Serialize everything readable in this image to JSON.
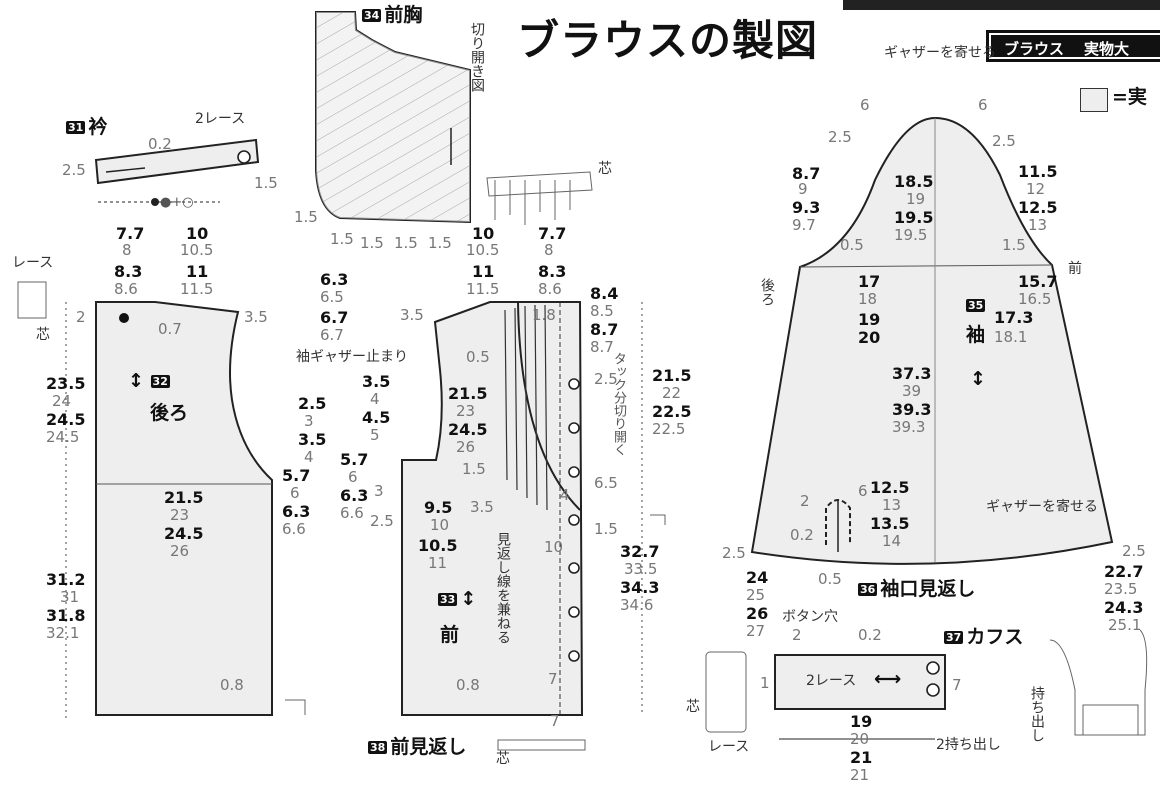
{
  "title": "ブラウスの製図",
  "badge": {
    "part1": "ブラウス",
    "part2": "実物大"
  },
  "legend": {
    "suffix": "=実"
  },
  "pieces": {
    "collar": {
      "num": "31",
      "label": "衿",
      "lace": "2レース",
      "m1": "0.2",
      "m2": "2.5",
      "m3": "1.5",
      "mark": "●+○"
    },
    "front_chest": {
      "num": "34",
      "label": "前胸",
      "cut_note": "切り開き図",
      "interfacing": "芯",
      "m": [
        "1.5",
        "1.5",
        "1.5",
        "1.5",
        "1.5"
      ]
    },
    "back": {
      "num": "32",
      "label": "後ろ"
    },
    "front": {
      "num": "33",
      "label": "前",
      "facing_note": "見返し線を兼ねる"
    },
    "sleeve": {
      "num": "35",
      "label": "袖",
      "back_label": "後ろ",
      "front_label": "前",
      "gather_top": "ギャザーを寄せる",
      "gather_bottom": "ギャザーを寄せる"
    },
    "cuff_facing": {
      "num": "36",
      "label": "袖口見返し"
    },
    "cuff": {
      "num": "37",
      "label": "カフス",
      "buttonhole": "ボタン穴",
      "lace": "2レース",
      "extension": "2持ち出し",
      "extension_side": "持ち出し",
      "lace_bottom": "レース",
      "interfacing": "芯"
    },
    "front_facing": {
      "num": "38",
      "label": "前見返し",
      "interfacing": "芯"
    }
  },
  "notes": {
    "lace_left": "レース",
    "interfacing_left": "芯",
    "sleeve_gather_stop": "袖ギャザー止まり",
    "tuck_note": "タック分切り開く",
    "interfacing_top": "芯"
  },
  "measures": {
    "back_top_bold": [
      "7.7",
      "8.3"
    ],
    "back_top_gray": [
      "8",
      "8.6"
    ],
    "back_top2_bold": [
      "10",
      "11"
    ],
    "back_top2_gray": [
      "10.5",
      "11.5"
    ],
    "back_left_bold": [
      "23.5",
      "24.5"
    ],
    "back_left_gray": [
      "24",
      "24.5"
    ],
    "back_bottom_left_bold": [
      "31.2",
      "31.8"
    ],
    "back_bottom_left_gray": [
      "31",
      "32.1"
    ],
    "back_waist_bold": [
      "21.5",
      "24.5"
    ],
    "back_waist_gray": [
      "23",
      "26"
    ],
    "shoulder_bold": [
      "6.3",
      "6.7"
    ],
    "shoulder_gray": [
      "6.5",
      "6.7"
    ],
    "armhole_bold": [
      "2.5",
      "3.5"
    ],
    "armhole_gray": [
      "3",
      "4"
    ],
    "armhole2_bold": [
      "5.7",
      "6.3"
    ],
    "armhole2_gray": [
      "6",
      "6.6"
    ],
    "front_top_bold": [
      "10",
      "11"
    ],
    "front_top_gray": [
      "10.5",
      "11.5"
    ],
    "front_top2_bold": [
      "7.7",
      "8.3"
    ],
    "front_top2_gray": [
      "8",
      "8.6"
    ],
    "front_right_bold": [
      "8.4",
      "8.7"
    ],
    "front_right_gray": [
      "8.5",
      "8.7"
    ],
    "front_side_bold": [
      "21.5",
      "22.5"
    ],
    "front_side_gray": [
      "22",
      "22.5"
    ],
    "front_arm_bold": [
      "3.5",
      "4.5"
    ],
    "front_arm_gray": [
      "4",
      "5"
    ],
    "front_mid_bold": [
      "21.5",
      "24.5"
    ],
    "front_mid_gray": [
      "23",
      "26"
    ],
    "front_low_bold": [
      "5.7",
      "6.3"
    ],
    "front_low_gray": [
      "6",
      "6.6"
    ],
    "front_hem_bold": [
      "9.5",
      "10.5"
    ],
    "front_hem_gray": [
      "10",
      "11"
    ],
    "front_len_bold": [
      "32.7",
      "34.3"
    ],
    "front_len_gray": [
      "33.5",
      "34.6"
    ],
    "sleeve_cap_l_bold": [
      "8.7",
      "9.3"
    ],
    "sleeve_cap_l_gray": [
      "9",
      "9.7"
    ],
    "sleeve_cap_c_bold": [
      "18.5",
      "19.5"
    ],
    "sleeve_cap_c_gray": [
      "19",
      "19.5"
    ],
    "sleeve_cap_r_bold": [
      "11.5",
      "12.5"
    ],
    "sleeve_cap_r_gray": [
      "12",
      "13"
    ],
    "sleeve_w_l_bold": [
      "17",
      "19",
      "20"
    ],
    "sleeve_w_l_gray": [
      "18"
    ],
    "sleeve_w_r_bold": [
      "15.7",
      "17.3"
    ],
    "sleeve_w_r_gray": [
      "16.5",
      "18.1"
    ],
    "sleeve_len_bold": [
      "37.3",
      "39.3"
    ],
    "sleeve_len_gray": [
      "39",
      "39.3"
    ],
    "cuff_slit_bold": [
      "12.5",
      "13.5"
    ],
    "cuff_slit_gray": [
      "13",
      "14"
    ],
    "sleeve_bot_l_bold": [
      "24",
      "26"
    ],
    "sleeve_bot_l_gray": [
      "25",
      "27"
    ],
    "sleeve_bot_r_bold": [
      "22.7",
      "24.3"
    ],
    "sleeve_bot_r_gray": [
      "23.5",
      "25.1"
    ],
    "cuff_len_bold": [
      "19",
      "21"
    ],
    "cuff_len_gray": [
      "20",
      "21"
    ]
  }
}
